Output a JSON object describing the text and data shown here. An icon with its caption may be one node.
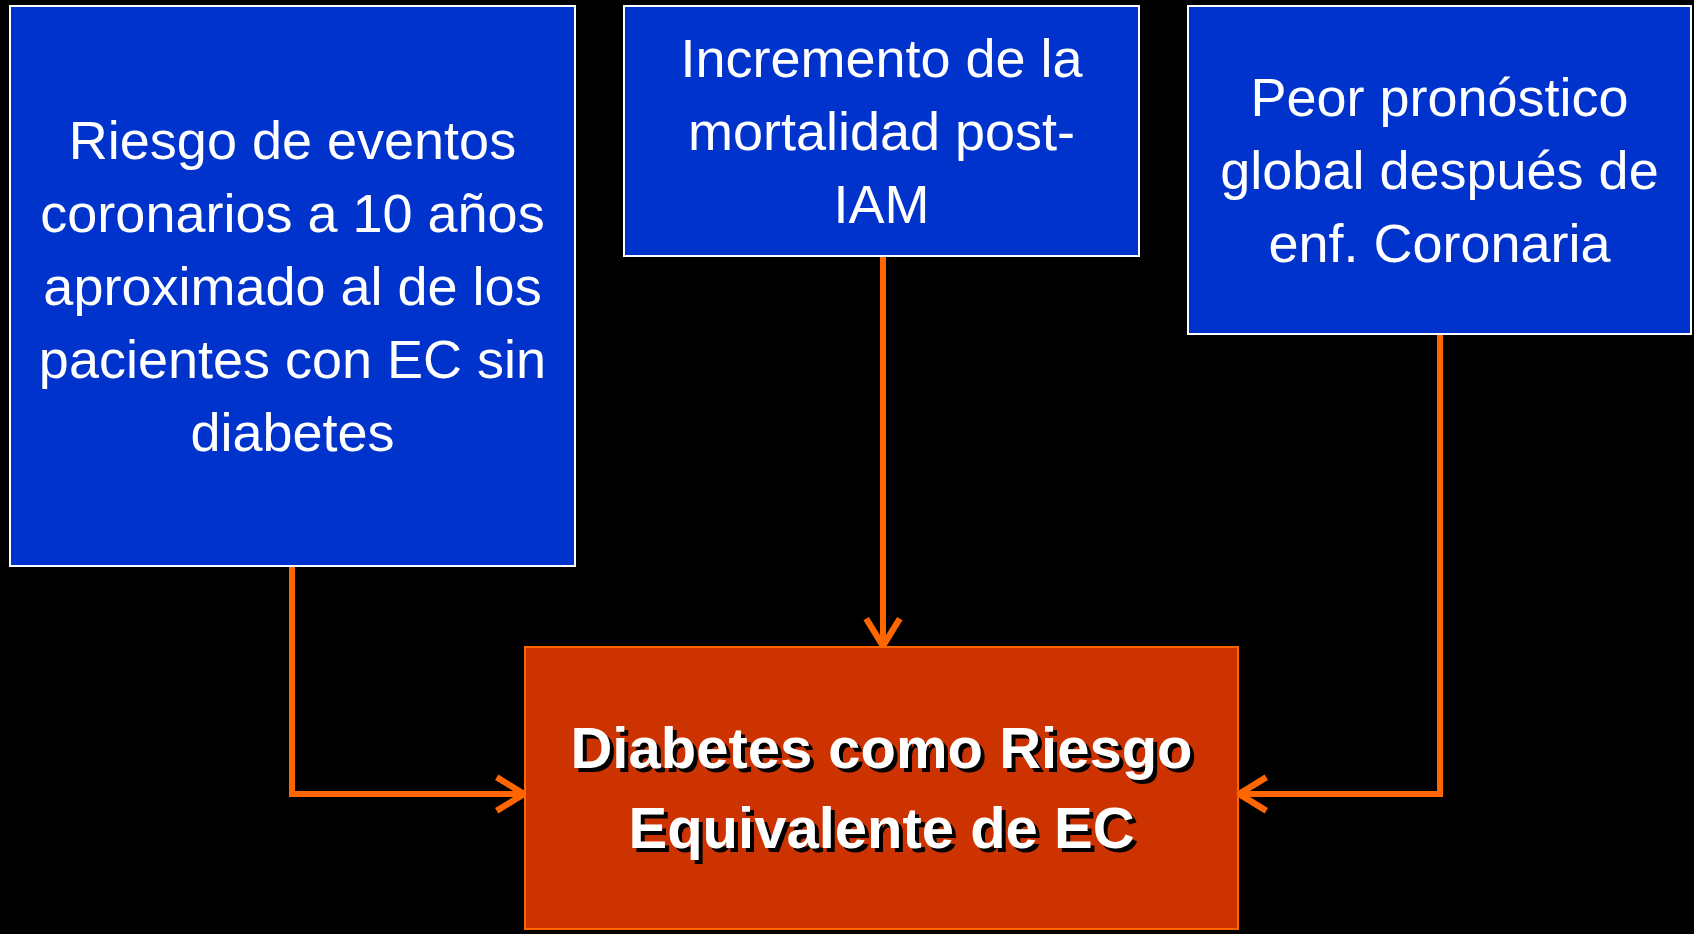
{
  "diagram": {
    "nodes": [
      {
        "text": [
          "Riesgo de eventos coronarios a 10 años aproximado al de los pacientes con EC sin diabetes"
        ]
      },
      {
        "text": [
          "Incremento de la mortalidad post-IAM"
        ]
      },
      {
        "text": [
          "Peor pronóstico global después de enf. Coronaria"
        ]
      },
      {
        "text": [
          "Diabetes como Riesgo Equivalente de EC"
        ]
      }
    ],
    "edges": [
      {
        "from": 0,
        "to": 3,
        "arrow": "to"
      },
      {
        "from": 1,
        "to": 3,
        "arrow": "to"
      },
      {
        "from": 2,
        "to": 3,
        "arrow": "to"
      }
    ]
  }
}
